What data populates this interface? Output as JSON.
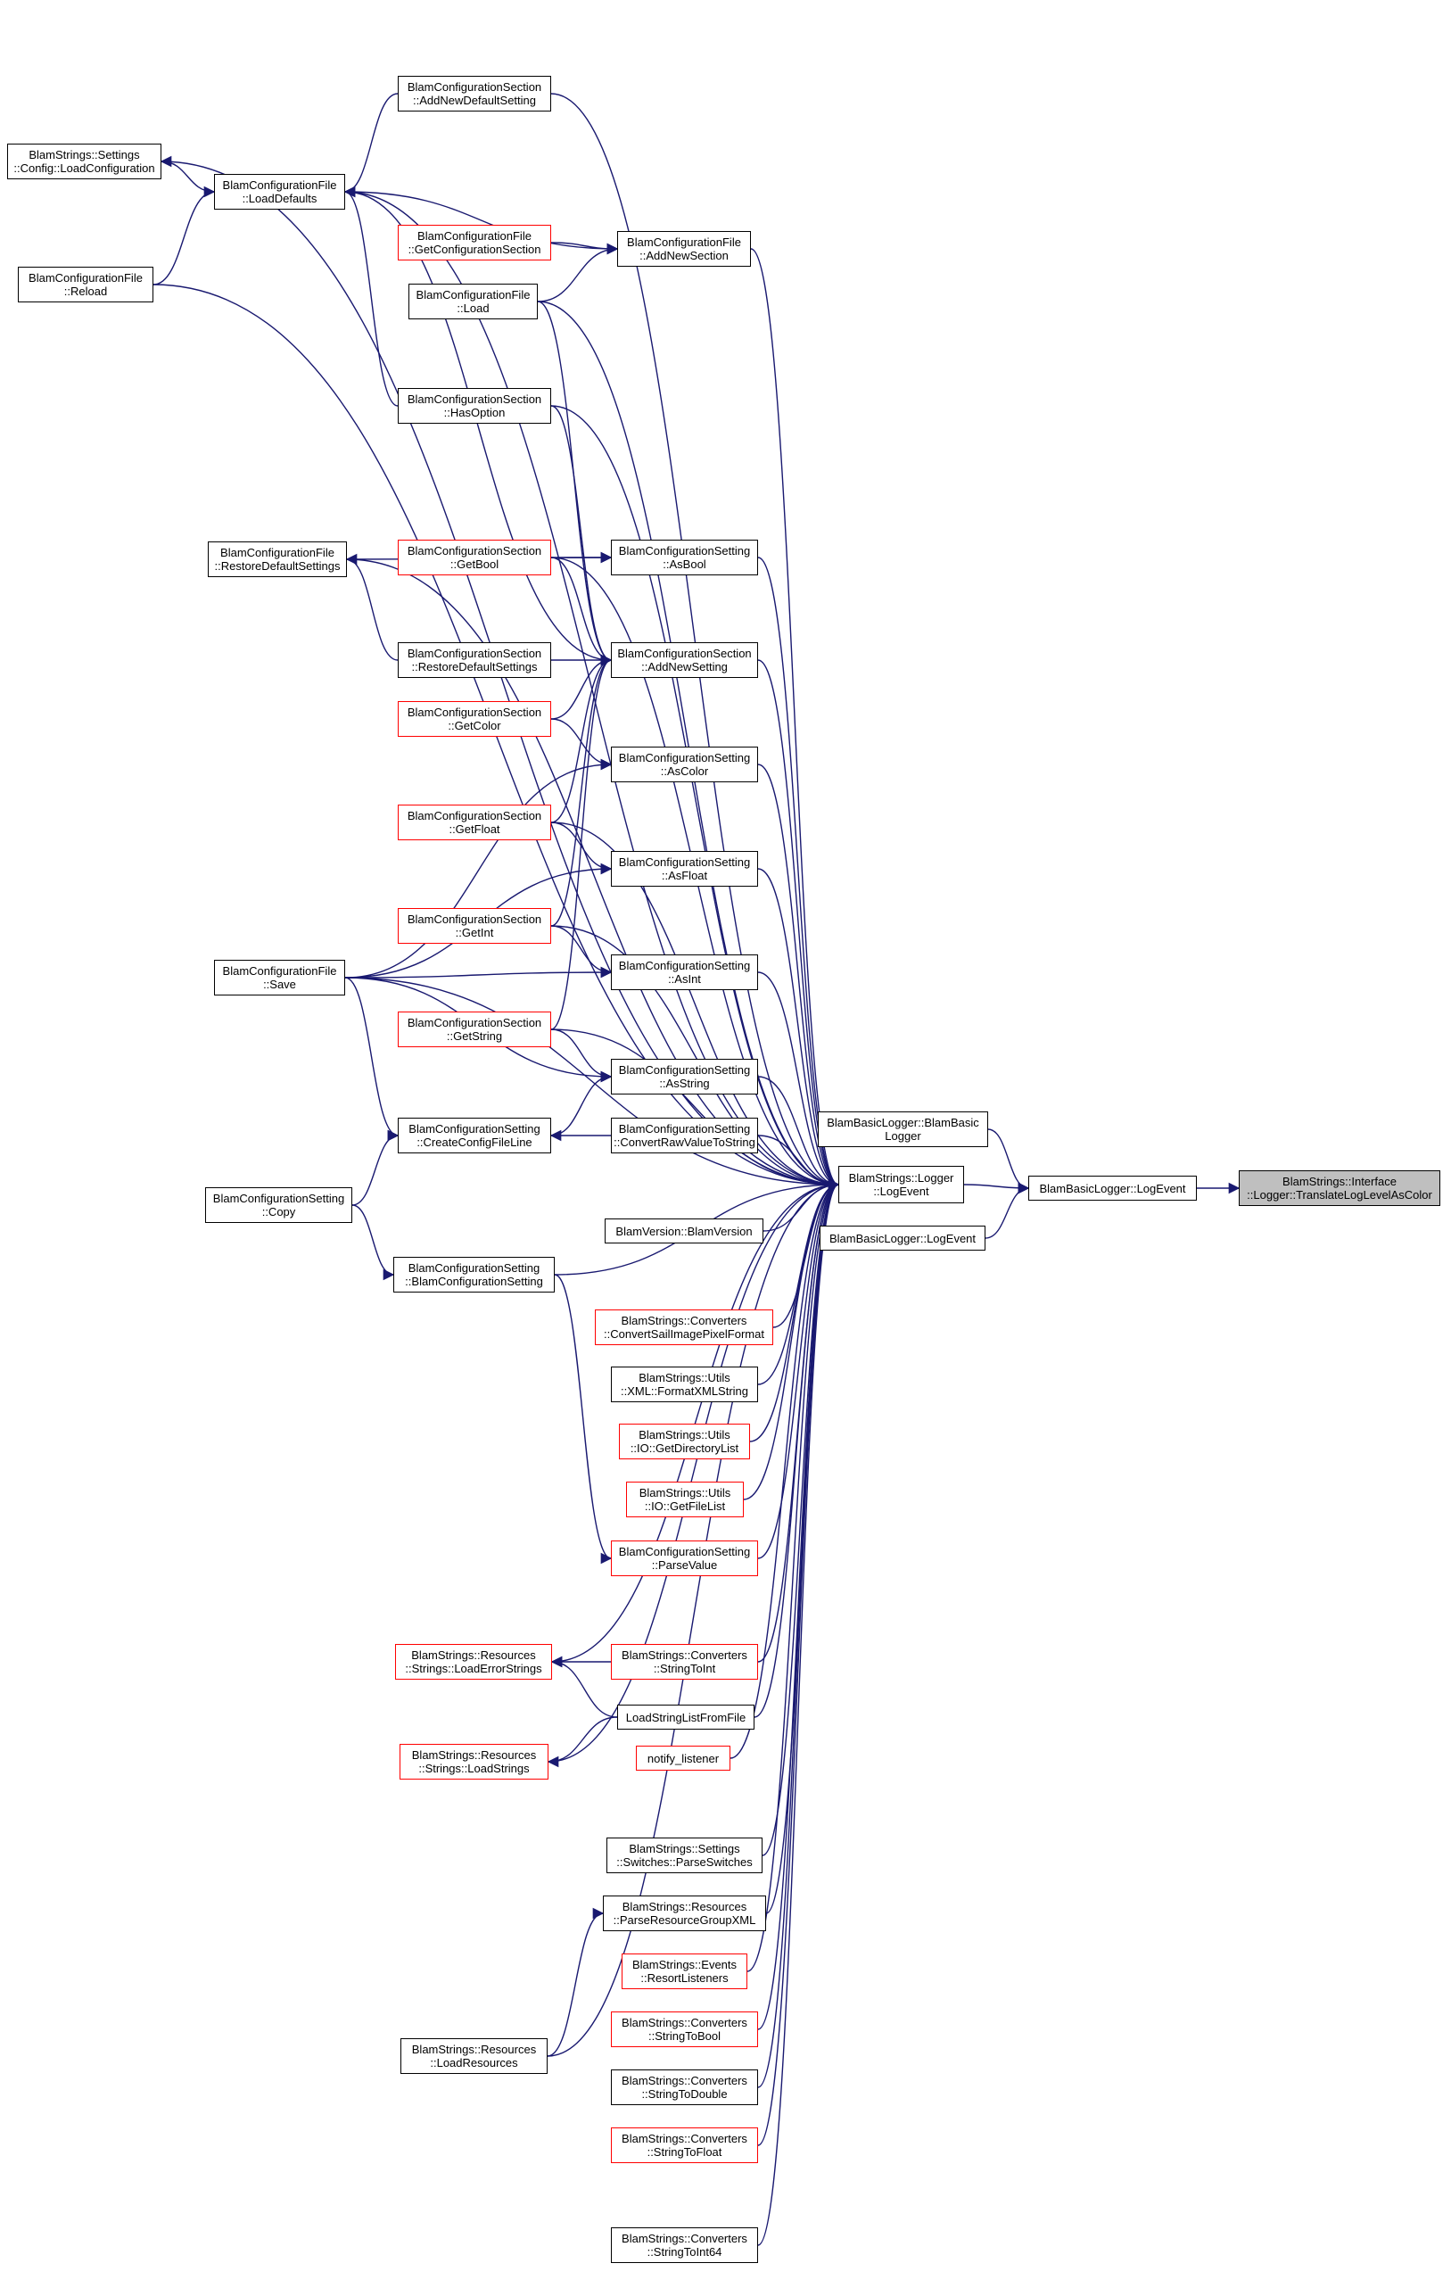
{
  "colors": {
    "edge": "#191970",
    "border_default": "#000000",
    "border_red": "#ff0000",
    "root_fill": "#bfbfbf"
  },
  "nodes": [
    {
      "id": "root",
      "lines": [
        "BlamStrings::Interface",
        "::Logger::TranslateLogLevelAsColor"
      ],
      "style": "root"
    },
    {
      "id": "basiclog1",
      "lines": [
        "BlamBasicLogger::LogEvent"
      ],
      "style": "black"
    },
    {
      "id": "basiclog2",
      "lines": [
        "BlamBasicLogger::LogEvent"
      ],
      "style": "black"
    },
    {
      "id": "basiclogctor",
      "lines": [
        "BlamBasicLogger::BlamBasic",
        "Logger"
      ],
      "style": "black"
    },
    {
      "id": "loggerlog",
      "lines": [
        "BlamStrings::Logger",
        "::LogEvent"
      ],
      "style": "black"
    },
    {
      "id": "cfgLoadConfig",
      "lines": [
        "BlamStrings::Settings",
        "::Config::LoadConfiguration"
      ],
      "style": "black"
    },
    {
      "id": "cfLoadDefaults",
      "lines": [
        "BlamConfigurationFile",
        "::LoadDefaults"
      ],
      "style": "black"
    },
    {
      "id": "cfReload",
      "lines": [
        "BlamConfigurationFile",
        "::Reload"
      ],
      "style": "black"
    },
    {
      "id": "csAddNewDefault",
      "lines": [
        "BlamConfigurationSection",
        "::AddNewDefaultSetting"
      ],
      "style": "black"
    },
    {
      "id": "cfGetConfigSection",
      "lines": [
        "BlamConfigurationFile",
        "::GetConfigurationSection"
      ],
      "style": "red"
    },
    {
      "id": "cfAddNewSection",
      "lines": [
        "BlamConfigurationFile",
        "::AddNewSection"
      ],
      "style": "black"
    },
    {
      "id": "cfLoad",
      "lines": [
        "BlamConfigurationFile",
        "::Load"
      ],
      "style": "black"
    },
    {
      "id": "csHasOption",
      "lines": [
        "BlamConfigurationSection",
        "::HasOption"
      ],
      "style": "black"
    },
    {
      "id": "cfRestoreDefaults",
      "lines": [
        "BlamConfigurationFile",
        "::RestoreDefaultSettings"
      ],
      "style": "black"
    },
    {
      "id": "csGetBool",
      "lines": [
        "BlamConfigurationSection",
        "::GetBool"
      ],
      "style": "red"
    },
    {
      "id": "setAsBool",
      "lines": [
        "BlamConfigurationSetting",
        "::AsBool"
      ],
      "style": "black"
    },
    {
      "id": "csRestoreDefaults",
      "lines": [
        "BlamConfigurationSection",
        "::RestoreDefaultSettings"
      ],
      "style": "black"
    },
    {
      "id": "csAddNewSetting",
      "lines": [
        "BlamConfigurationSection",
        "::AddNewSetting"
      ],
      "style": "black"
    },
    {
      "id": "csGetColor",
      "lines": [
        "BlamConfigurationSection",
        "::GetColor"
      ],
      "style": "red"
    },
    {
      "id": "setAsColor",
      "lines": [
        "BlamConfigurationSetting",
        "::AsColor"
      ],
      "style": "black"
    },
    {
      "id": "csGetFloat",
      "lines": [
        "BlamConfigurationSection",
        "::GetFloat"
      ],
      "style": "red"
    },
    {
      "id": "setAsFloat",
      "lines": [
        "BlamConfigurationSetting",
        "::AsFloat"
      ],
      "style": "black"
    },
    {
      "id": "csGetInt",
      "lines": [
        "BlamConfigurationSection",
        "::GetInt"
      ],
      "style": "red"
    },
    {
      "id": "setAsInt",
      "lines": [
        "BlamConfigurationSetting",
        "::AsInt"
      ],
      "style": "black"
    },
    {
      "id": "cfSave",
      "lines": [
        "BlamConfigurationFile",
        "::Save"
      ],
      "style": "black"
    },
    {
      "id": "csGetString",
      "lines": [
        "BlamConfigurationSection",
        "::GetString"
      ],
      "style": "red"
    },
    {
      "id": "setAsString",
      "lines": [
        "BlamConfigurationSetting",
        "::AsString"
      ],
      "style": "black"
    },
    {
      "id": "setCreateCfgLine",
      "lines": [
        "BlamConfigurationSetting",
        "::CreateConfigFileLine"
      ],
      "style": "black"
    },
    {
      "id": "setConvertRaw",
      "lines": [
        "BlamConfigurationSetting",
        "::ConvertRawValueToString"
      ],
      "style": "black"
    },
    {
      "id": "setCopy",
      "lines": [
        "BlamConfigurationSetting",
        "::Copy"
      ],
      "style": "black"
    },
    {
      "id": "versionBlam",
      "lines": [
        "BlamVersion::BlamVersion"
      ],
      "style": "black"
    },
    {
      "id": "setCtor",
      "lines": [
        "BlamConfigurationSetting",
        "::BlamConfigurationSetting"
      ],
      "style": "black"
    },
    {
      "id": "convSail",
      "lines": [
        "BlamStrings::Converters",
        "::ConvertSailImagePixelFormat"
      ],
      "style": "red"
    },
    {
      "id": "xmlFormat",
      "lines": [
        "BlamStrings::Utils",
        "::XML::FormatXMLString"
      ],
      "style": "black"
    },
    {
      "id": "ioGetDir",
      "lines": [
        "BlamStrings::Utils",
        "::IO::GetDirectoryList"
      ],
      "style": "red"
    },
    {
      "id": "ioGetFile",
      "lines": [
        "BlamStrings::Utils",
        "::IO::GetFileList"
      ],
      "style": "red"
    },
    {
      "id": "setParseValue",
      "lines": [
        "BlamConfigurationSetting",
        "::ParseValue"
      ],
      "style": "red"
    },
    {
      "id": "resLoadErr",
      "lines": [
        "BlamStrings::Resources",
        "::Strings::LoadErrorStrings"
      ],
      "style": "red"
    },
    {
      "id": "convStrToInt",
      "lines": [
        "BlamStrings::Converters",
        "::StringToInt"
      ],
      "style": "red"
    },
    {
      "id": "loadStrList",
      "lines": [
        "LoadStringListFromFile"
      ],
      "style": "black"
    },
    {
      "id": "resLoadStrings",
      "lines": [
        "BlamStrings::Resources",
        "::Strings::LoadStrings"
      ],
      "style": "red"
    },
    {
      "id": "notifyListener",
      "lines": [
        "notify_listener"
      ],
      "style": "red"
    },
    {
      "id": "setParseSwitches",
      "lines": [
        "BlamStrings::Settings",
        "::Switches::ParseSwitches"
      ],
      "style": "black"
    },
    {
      "id": "resParseGroup",
      "lines": [
        "BlamStrings::Resources",
        "::ParseResourceGroupXML"
      ],
      "style": "black"
    },
    {
      "id": "evResort",
      "lines": [
        "BlamStrings::Events",
        "::ResortListeners"
      ],
      "style": "red"
    },
    {
      "id": "convStrToBool",
      "lines": [
        "BlamStrings::Converters",
        "::StringToBool"
      ],
      "style": "red"
    },
    {
      "id": "resLoadResources",
      "lines": [
        "BlamStrings::Resources",
        "::LoadResources"
      ],
      "style": "black"
    },
    {
      "id": "convStrToDouble",
      "lines": [
        "BlamStrings::Converters",
        "::StringToDouble"
      ],
      "style": "black"
    },
    {
      "id": "convStrToFloat",
      "lines": [
        "BlamStrings::Converters",
        "::StringToFloat"
      ],
      "style": "red"
    },
    {
      "id": "convStrToInt64",
      "lines": [
        "BlamStrings::Converters",
        "::StringToInt64"
      ],
      "style": "black"
    }
  ],
  "edges": [
    [
      "basiclog1",
      "root"
    ],
    [
      "basiclogctor",
      "basiclog1"
    ],
    [
      "basiclog2",
      "basiclog1"
    ],
    [
      "loggerlog",
      "basiclog1"
    ],
    [
      "cfLoadDefaults",
      "cfgLoadConfig"
    ],
    [
      "cfReload",
      "cfLoadDefaults"
    ],
    [
      "csAddNewDefault",
      "cfLoadDefaults"
    ],
    [
      "cfGetConfigSection",
      "cfAddNewSection"
    ],
    [
      "cfLoad",
      "cfAddNewSection"
    ],
    [
      "cfLoadDefaults",
      "cfAddNewSection"
    ],
    [
      "csHasOption",
      "cfLoadDefaults"
    ],
    [
      "csGetBool",
      "setAsBool"
    ],
    [
      "cfRestoreDefaults",
      "setAsBool"
    ],
    [
      "csRestoreDefaults",
      "csAddNewSetting"
    ],
    [
      "csRestoreDefaults",
      "cfRestoreDefaults"
    ],
    [
      "cfLoadDefaults",
      "csAddNewSetting"
    ],
    [
      "csGetBool",
      "csAddNewSetting"
    ],
    [
      "csGetColor",
      "csAddNewSetting"
    ],
    [
      "csGetFloat",
      "csAddNewSetting"
    ],
    [
      "csGetInt",
      "csAddNewSetting"
    ],
    [
      "csGetString",
      "csAddNewSetting"
    ],
    [
      "cfLoad",
      "csAddNewSetting"
    ],
    [
      "csHasOption",
      "csAddNewSetting"
    ],
    [
      "csGetColor",
      "setAsColor"
    ],
    [
      "cfSave",
      "setAsColor"
    ],
    [
      "csGetFloat",
      "setAsFloat"
    ],
    [
      "cfSave",
      "setAsFloat"
    ],
    [
      "csGetInt",
      "setAsInt"
    ],
    [
      "cfSave",
      "setAsInt"
    ],
    [
      "csGetString",
      "setAsString"
    ],
    [
      "cfSave",
      "setAsString"
    ],
    [
      "setCreateCfgLine",
      "setAsString"
    ],
    [
      "setConvertRaw",
      "setCreateCfgLine"
    ],
    [
      "cfSave",
      "setCreateCfgLine"
    ],
    [
      "setCopy",
      "setCreateCfgLine"
    ],
    [
      "setCopy",
      "setCtor"
    ],
    [
      "setCtor",
      "setParseValue"
    ],
    [
      "convStrToInt",
      "resLoadErr"
    ],
    [
      "loadStrList",
      "resLoadErr"
    ],
    [
      "loadStrList",
      "resLoadStrings"
    ],
    [
      "resLoadResources",
      "resParseGroup"
    ],
    [
      "cfgLoadConfig",
      "loggerlog"
    ],
    [
      "csAddNewDefault",
      "loggerlog"
    ],
    [
      "cfLoadDefaults",
      "loggerlog"
    ],
    [
      "cfAddNewSection",
      "loggerlog"
    ],
    [
      "cfLoad",
      "loggerlog"
    ],
    [
      "cfReload",
      "loggerlog"
    ],
    [
      "csHasOption",
      "loggerlog"
    ],
    [
      "cfRestoreDefaults",
      "loggerlog"
    ],
    [
      "setAsBool",
      "loggerlog"
    ],
    [
      "csGetBool",
      "loggerlog"
    ],
    [
      "csAddNewSetting",
      "loggerlog"
    ],
    [
      "setAsColor",
      "loggerlog"
    ],
    [
      "csGetFloat",
      "loggerlog"
    ],
    [
      "setAsFloat",
      "loggerlog"
    ],
    [
      "csGetInt",
      "loggerlog"
    ],
    [
      "setAsInt",
      "loggerlog"
    ],
    [
      "csGetString",
      "loggerlog"
    ],
    [
      "setAsString",
      "loggerlog"
    ],
    [
      "setConvertRaw",
      "loggerlog"
    ],
    [
      "cfSave",
      "loggerlog"
    ],
    [
      "versionBlam",
      "loggerlog"
    ],
    [
      "setCtor",
      "loggerlog"
    ],
    [
      "convSail",
      "loggerlog"
    ],
    [
      "xmlFormat",
      "loggerlog"
    ],
    [
      "ioGetDir",
      "loggerlog"
    ],
    [
      "ioGetFile",
      "loggerlog"
    ],
    [
      "setParseValue",
      "loggerlog"
    ],
    [
      "resLoadErr",
      "loggerlog"
    ],
    [
      "convStrToInt",
      "loggerlog"
    ],
    [
      "loadStrList",
      "loggerlog"
    ],
    [
      "notifyListener",
      "loggerlog"
    ],
    [
      "resLoadStrings",
      "loggerlog"
    ],
    [
      "setParseSwitches",
      "loggerlog"
    ],
    [
      "resParseGroup",
      "loggerlog"
    ],
    [
      "evResort",
      "loggerlog"
    ],
    [
      "convStrToBool",
      "loggerlog"
    ],
    [
      "convStrToDouble",
      "loggerlog"
    ],
    [
      "convStrToFloat",
      "loggerlog"
    ],
    [
      "resLoadResources",
      "loggerlog"
    ],
    [
      "convStrToInt64",
      "loggerlog"
    ]
  ]
}
